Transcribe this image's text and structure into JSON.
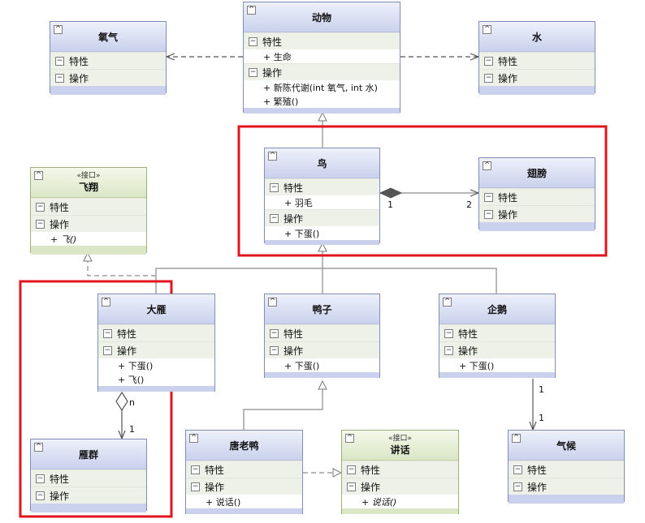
{
  "classes": {
    "oxygen": {
      "title": "氧气",
      "attr_section": "特性",
      "op_section": "操作"
    },
    "animal": {
      "title": "动物",
      "attr_section": "特性",
      "attributes": [
        "+ 生命"
      ],
      "op_section": "操作",
      "operations": [
        "+ 新陈代谢(int 氧气, int 水)",
        "+ 繁殖()"
      ]
    },
    "water": {
      "title": "水",
      "attr_section": "特性",
      "op_section": "操作"
    },
    "fly_iface": {
      "stereotype": "«接口»",
      "title": "飞翔",
      "attr_section": "特性",
      "op_section": "操作",
      "operations": [
        "+ 飞()"
      ]
    },
    "bird": {
      "title": "鸟",
      "attr_section": "特性",
      "attributes": [
        "+ 羽毛"
      ],
      "op_section": "操作",
      "operations": [
        "+ 下蛋()"
      ]
    },
    "wing": {
      "title": "翅膀",
      "attr_section": "特性",
      "op_section": "操作"
    },
    "goose": {
      "title": "大雁",
      "attr_section": "特性",
      "op_section": "操作",
      "operations": [
        "+ 下蛋()",
        "+ 飞()"
      ]
    },
    "duck": {
      "title": "鸭子",
      "attr_section": "特性",
      "op_section": "操作",
      "operations": [
        "+ 下蛋()"
      ]
    },
    "penguin": {
      "title": "企鹅",
      "attr_section": "特性",
      "op_section": "操作",
      "operations": [
        "+ 下蛋()"
      ]
    },
    "goose_flock": {
      "title": "雁群",
      "attr_section": "特性",
      "op_section": "操作"
    },
    "donald": {
      "title": "唐老鸭",
      "attr_section": "特性",
      "op_section": "操作",
      "operations": [
        "+ 说话()"
      ]
    },
    "speak_iface": {
      "stereotype": "«接口»",
      "title": "讲话",
      "attr_section": "特性",
      "op_section": "操作",
      "operations": [
        "+ 说话()"
      ]
    },
    "climate": {
      "title": "气候",
      "attr_section": "特性",
      "op_section": "操作"
    }
  },
  "multiplicities": {
    "bird_wing_source": "1",
    "bird_wing_target": "2",
    "goose_flock_source": "n",
    "goose_flock_target": "1",
    "penguin_climate_source": "1",
    "penguin_climate_target": "1"
  },
  "colors": {
    "highlight_box": "#e0161c",
    "class_header": "#c9d1ec",
    "interface_header": "#dbe6c6",
    "connector": "#8a8a8a"
  }
}
